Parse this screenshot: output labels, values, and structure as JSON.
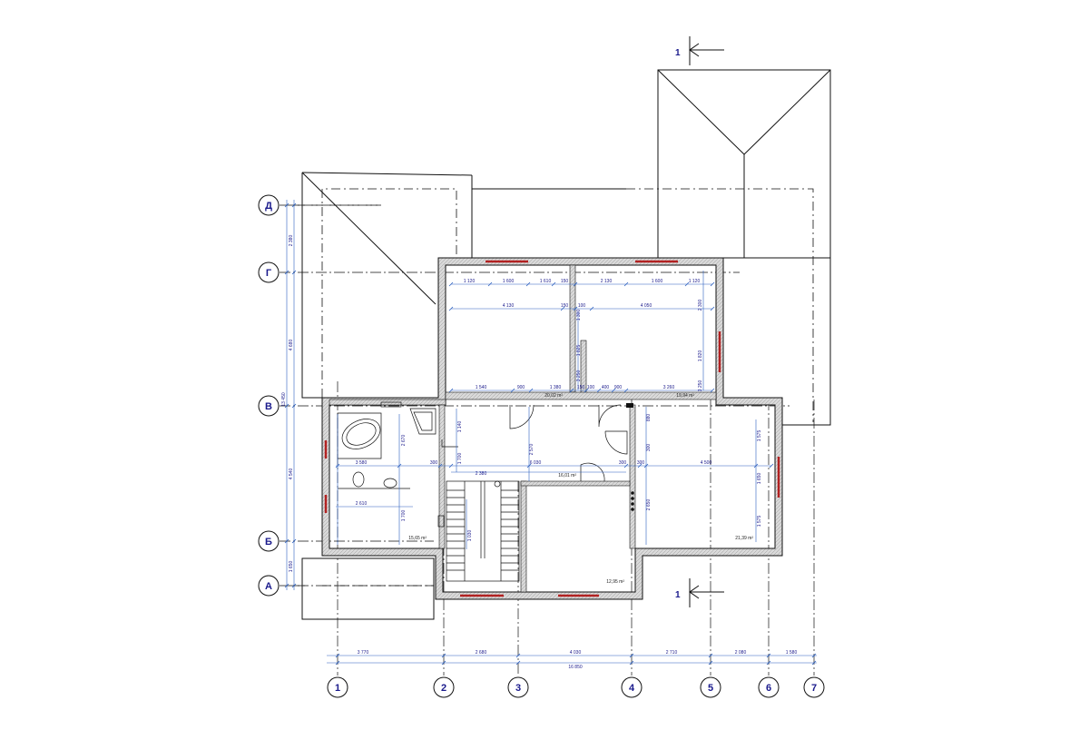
{
  "axes": {
    "horizontal": [
      "1",
      "2",
      "3",
      "4",
      "5",
      "6",
      "7"
    ],
    "vertical": [
      "Д",
      "Г",
      "В",
      "Б",
      "А"
    ]
  },
  "section_mark": "1",
  "bottom_dims": {
    "spans": [
      "3 770",
      "2 680",
      "4 030",
      "2 710",
      "2 080",
      "1 580"
    ],
    "total": "16 850"
  },
  "left_dims": {
    "spans": [
      "2 380",
      "4 680",
      "4 540",
      "1 650"
    ],
    "total": "13 450"
  },
  "top_room_dims": {
    "row1": [
      "1 120",
      "1 600",
      "1 610",
      "150",
      "2 130",
      "1 600",
      "1 120"
    ],
    "row2": [
      "4 130",
      "150",
      "100",
      "4 050"
    ],
    "row3": [
      "1 540",
      "900",
      "1 380",
      "150",
      "100",
      "400",
      "900",
      "3 260"
    ],
    "verticals": [
      "3 250",
      "1 820",
      "2 300",
      "3 250",
      "1 825",
      "1 300"
    ]
  },
  "mid_dims": {
    "left": [
      "3 580",
      "300",
      "2 610",
      "2 670",
      "1 700"
    ],
    "center": [
      "2 380",
      "6 030",
      "300",
      "2 570",
      "1 140",
      "1 700",
      "1 030"
    ],
    "right": [
      "300",
      "4 500",
      "1 575",
      "1 650",
      "1 575",
      "880",
      "300",
      "2 650"
    ]
  },
  "areas": {
    "bath": "15,65 m²",
    "top_left": "20,02 m²",
    "top_right": "19,94 m²",
    "hall": "16,01 m²",
    "right_room": "21,39 m²",
    "bottom_center": "12,95 m²"
  }
}
